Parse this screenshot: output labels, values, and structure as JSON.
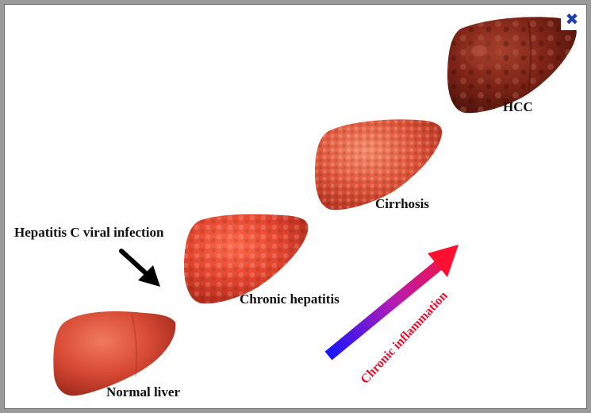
{
  "viewer": {
    "close_glyph": "✖",
    "close_icon": "close-icon"
  },
  "diagram": {
    "stages": {
      "normal": "Normal liver",
      "chronic_hepatitis": "Chronic hepatitis",
      "cirrhosis": "Cirrhosis",
      "hcc": "HCC"
    },
    "trigger": "Hepatitis C viral infection",
    "progression": "Chronic inflammation"
  },
  "colors": {
    "normal_liver": "#d84a34",
    "hepatitis_liver": "#e3452f",
    "cirrhosis_liver": "#e0553a",
    "hcc_liver": "#7c2316",
    "arrow_start": "#1414ff",
    "arrow_end": "#ff1030",
    "inflammation_text": "#e8102e",
    "close": "#1f3fa8"
  }
}
